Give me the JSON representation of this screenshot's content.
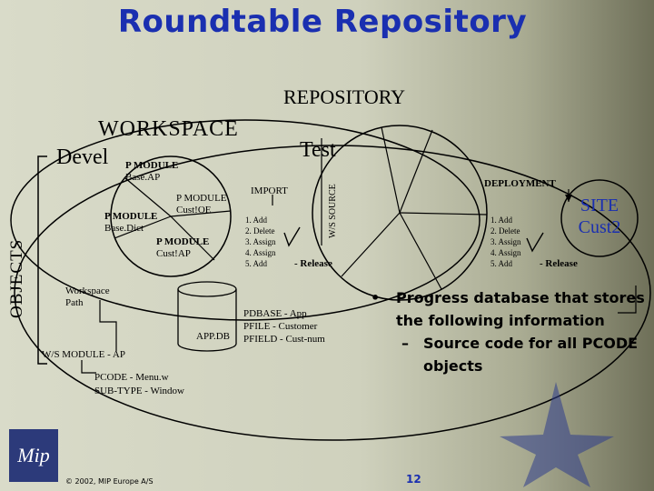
{
  "title": "Roundtable Repository",
  "repository_label": "REPOSITORY",
  "workspace_label": "WORKSPACE",
  "objects_label": "OBJECTS",
  "devel": {
    "label": "Devel",
    "modules": [
      {
        "line1": "P MODULE",
        "line2": "Base.AP"
      },
      {
        "line1": "P MODULE",
        "line2": "Cust!OE"
      },
      {
        "line1": "P MODULE",
        "line2": "Base.Dict"
      },
      {
        "line1": "P MODULE",
        "line2": "Cust!AP"
      }
    ]
  },
  "test": {
    "label": "Test",
    "import_label": "IMPORT",
    "wssource_label": "W/S SOURCE",
    "steps": [
      "1. Add",
      "2. Delete",
      "3. Assign",
      "4. Assign",
      "5. Add"
    ],
    "release_label": "- Release"
  },
  "deployment": {
    "label": "DEPLOYMENT",
    "steps": [
      "1. Add",
      "2. Delete",
      "3. Assign",
      "4. Assign",
      "5. Add"
    ],
    "release_label": "- Release",
    "site_line1": "SITE",
    "site_line2": "Cust2"
  },
  "workspace_path_line1": "Workspace",
  "workspace_path_line2": "Path",
  "wsmodule_label": "W/S MODULE - AP",
  "pcode_line1": "PCODE - Menu.w",
  "pcode_line2": "SUB-TYPE - Window",
  "db_label": "APP.DB",
  "pdbase": {
    "line1": "PDBASE - App",
    "line2": "PFILE - Customer",
    "line3": "PFIELD - Cust-num"
  },
  "bullets": {
    "item1_line1": "Progress database that stores",
    "item1_line2": "the following information",
    "sub_line1": "Source code for all PCODE",
    "sub_line2": "objects"
  },
  "footer": {
    "copyright": "© 2002, MIP Europe A/S",
    "page_number": "12",
    "logo_text": "Mip"
  },
  "colors": {
    "title": "#1a2fb0",
    "background": "#d9dbc9",
    "logo": "#2c3a7a"
  }
}
